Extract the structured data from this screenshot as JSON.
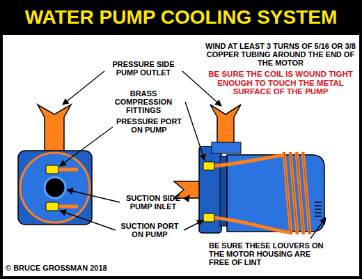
{
  "diagram": {
    "title": "WATER PUMP COOLING SYSTEM",
    "labels": [
      "PRESSURE SIDE PUMP OUTLET",
      "BRASS COMPRESSION FITTINGS",
      "PRESSURE PORT ON PUMP",
      "SUCTION SIDE PUMP INLET",
      "SUCTION PORT ON PUMP",
      "WIND AT LEAST 3 TURNS OF 5/16 OR 3/8 COPPER TUBING AROUND THE END OF THE MOTOR",
      "BE SURE THE COIL IS WOUND TIGHT ENOUGH TO TOUCH THE METAL SURFACE OF THE PUMP",
      "BE SURE THESE LOUVERS ON THE MOTOR HOUSING ARE FREE OF LINT",
      "© BRUCE GROSSMAN 2018"
    ]
  }
}
